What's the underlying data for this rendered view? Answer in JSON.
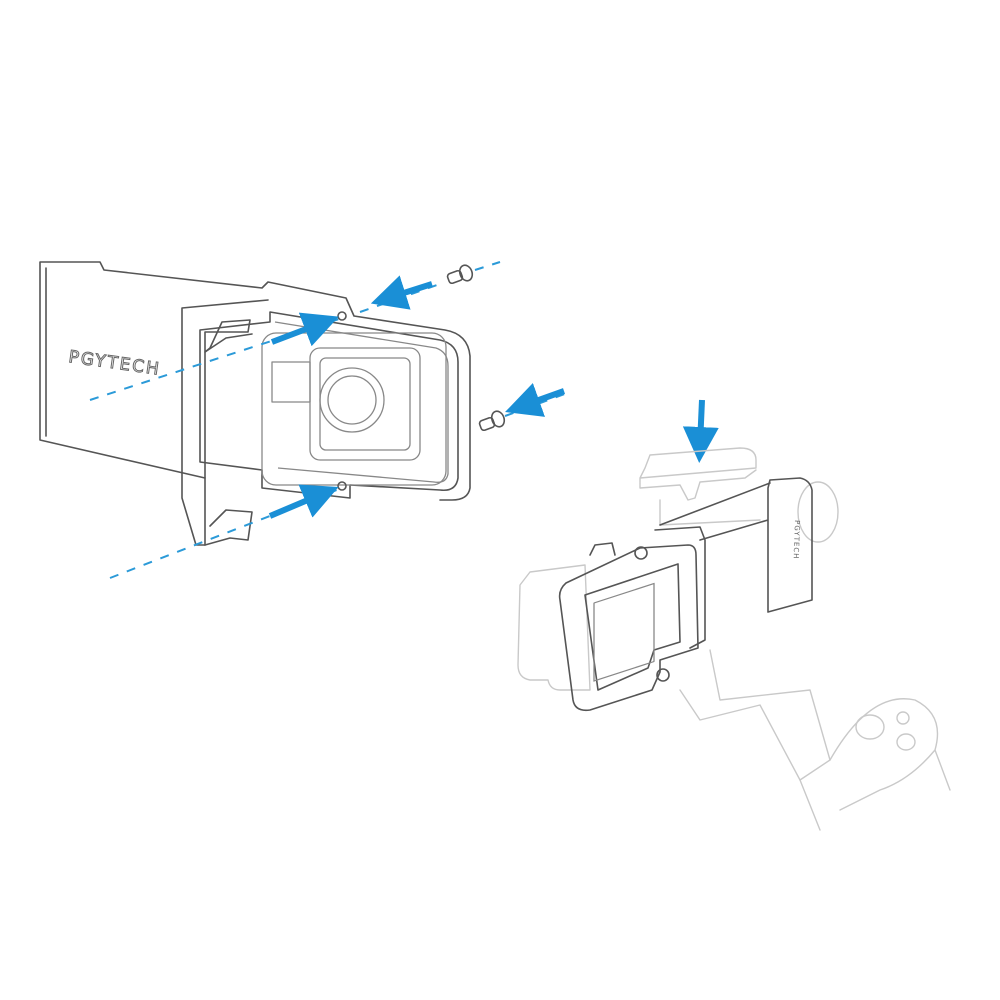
{
  "diagram": {
    "logo_text": "PGYTECH",
    "accent_color": "#1a8fd6",
    "line_color": "#555555",
    "ghost_color": "#c9c9c9",
    "steps": [
      {
        "name": "adapter-with-camera-and-screws"
      },
      {
        "name": "adapter-mounted-on-gimbal"
      }
    ]
  }
}
